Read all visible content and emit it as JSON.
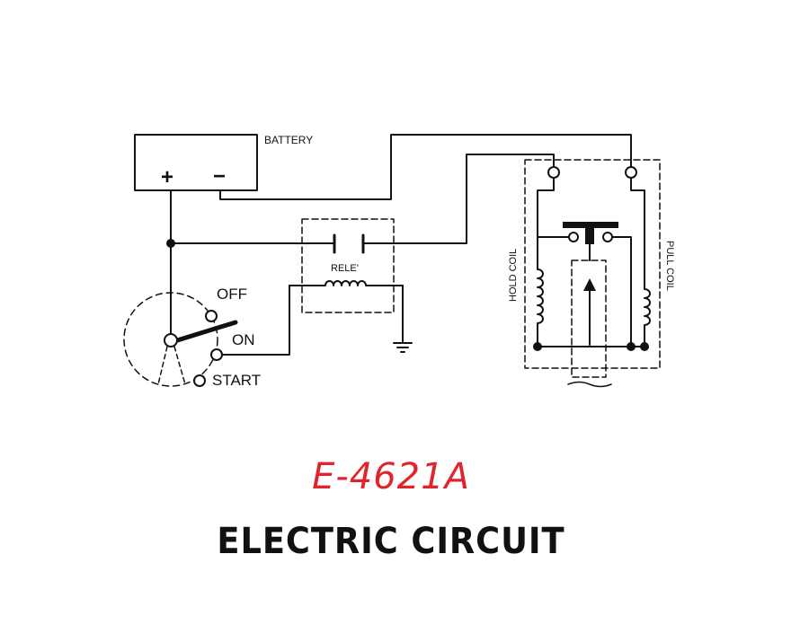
{
  "labels": {
    "battery": "BATTERY",
    "battery_plus": "+",
    "battery_minus": "−",
    "relay": "RELE'",
    "switch_off": "OFF",
    "switch_on": "ON",
    "switch_start": "START",
    "hold_coil": "HOLD COIL",
    "pull_coil": "PULL COIL"
  },
  "title": {
    "code": "E-4621A",
    "name": "ELECTRIC CIRCUIT"
  },
  "colors": {
    "line": "#111111",
    "code_red": "#e0242b"
  }
}
